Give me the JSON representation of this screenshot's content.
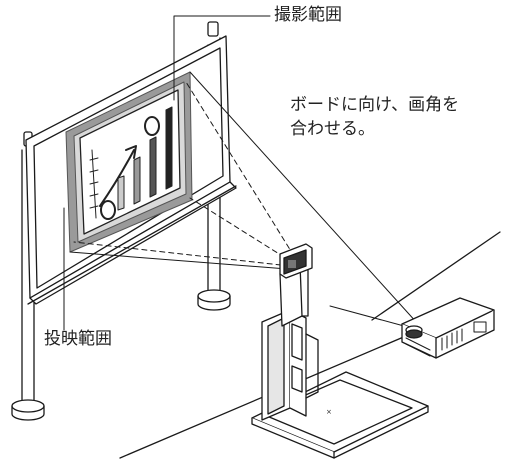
{
  "labels": {
    "capture_area": "撮影範囲",
    "projection_area": "投映範囲",
    "instruction_line1": "ボードに向け、画角を",
    "instruction_line2": "合わせる。"
  },
  "colors": {
    "line": "#1a1a1a",
    "capture_frame": "#9a9a9a",
    "inner_frame": "#d9d9d9",
    "dark": "#333333"
  },
  "icons": [
    "whiteboard",
    "document-camera",
    "projector",
    "chart-drawing"
  ]
}
